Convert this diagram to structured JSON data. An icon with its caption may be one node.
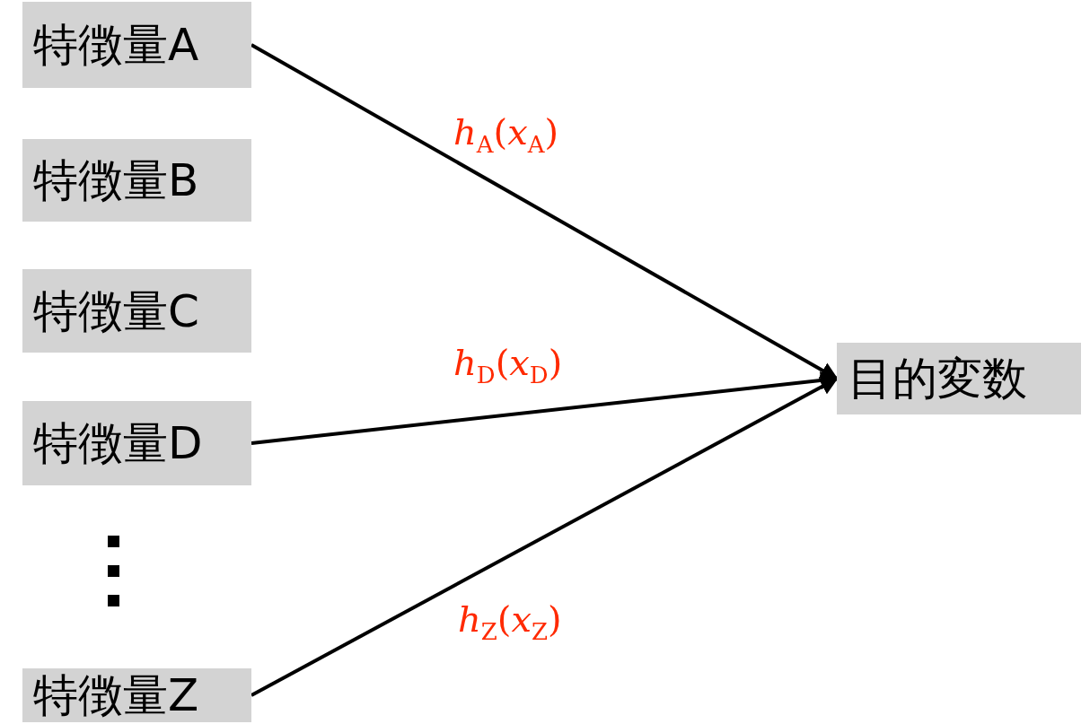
{
  "diagram": {
    "nodes": [
      {
        "text": [
          "特徴量A"
        ]
      },
      {
        "text": [
          "特徴量B"
        ]
      },
      {
        "text": [
          "特徴量C"
        ]
      },
      {
        "text": [
          "特徴量D"
        ]
      },
      {
        "text": [
          "特徴量Z"
        ]
      },
      {
        "text": [
          "目的変数"
        ]
      }
    ],
    "edges": [
      {
        "from": 0,
        "to": 5,
        "arrow": "to",
        "label": "*h*$_{A}$(*x*$_{A}$)"
      },
      {
        "from": 3,
        "to": 5,
        "arrow": "to",
        "label": "*h*$_{D}$(*x*$_{D}$)"
      },
      {
        "from": 4,
        "to": 5,
        "arrow": "to",
        "label": "*h*$_{Z}$(*x*$_{Z}$)"
      }
    ]
  }
}
